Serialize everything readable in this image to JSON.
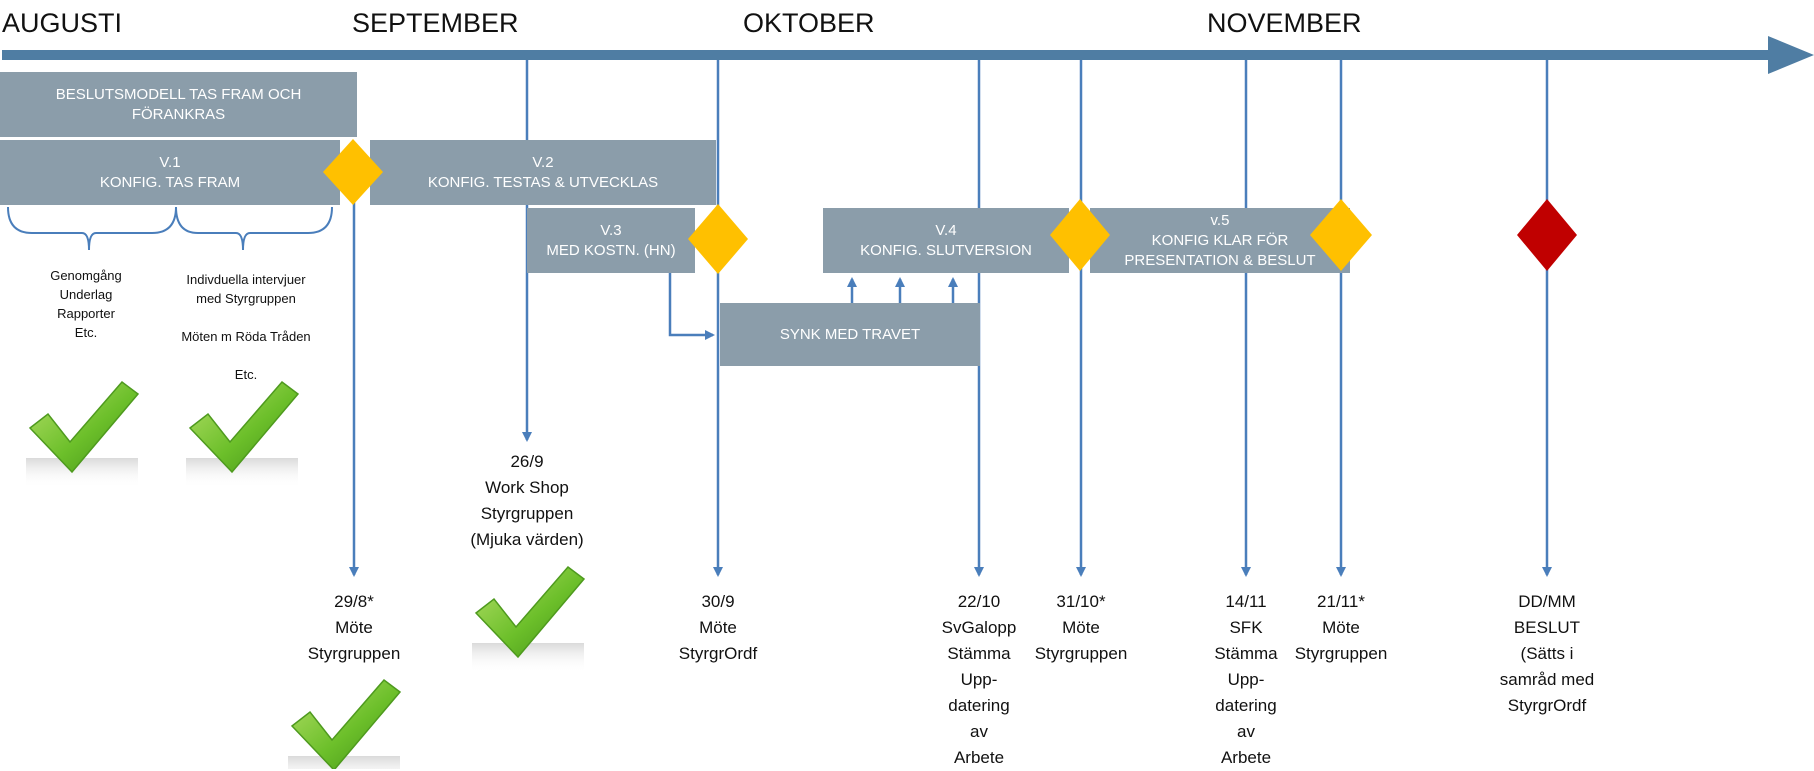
{
  "months": [
    "AUGUSTI",
    "SEPTEMBER",
    "OKTOBER",
    "NOVEMBER"
  ],
  "phases": {
    "beslutsmodell": "BESLUTSMODELL TAS FRAM OCH\nFÖRANKRAS",
    "v1": "V.1\nKONFIG. TAS FRAM",
    "v2": "V.2\nKONFIG. TESTAS & UTVECKLAS",
    "v3": "V.3\nMED KOSTN. (HN)",
    "v4": "V.4\nKONFIG. SLUTVERSION",
    "v5": "v.5\nKONFIG KLAR FÖR\nPRESENTATION & BESLUT",
    "synk": "SYNK MED TRAVET"
  },
  "sub_notes": {
    "genomgang": "Genomgång\nUnderlag\nRapporter\nEtc.",
    "intervjuer": "Indivduella intervjuer\nmed Styrgruppen\n\nMöten m Röda Tråden\n\nEtc."
  },
  "milestones": [
    {
      "key": "m_29_8",
      "text": "29/8*\nMöte\nStyrgruppen"
    },
    {
      "key": "m_26_9",
      "text": "26/9\nWork Shop\nStyrgruppen\n(Mjuka värden)"
    },
    {
      "key": "m_30_9",
      "text": "30/9\nMöte\nStyrgrOrdf"
    },
    {
      "key": "m_22_10",
      "text": "22/10\nSvGalopp\nStämma\nUpp-\ndatering\nav\nArbete"
    },
    {
      "key": "m_31_10",
      "text": "31/10*\nMöte\nStyrgruppen"
    },
    {
      "key": "m_14_11",
      "text": "14/11\nSFK\nStämma\nUpp-\ndatering\nav\nArbete"
    },
    {
      "key": "m_21_11",
      "text": "21/11*\nMöte\nStyrgruppen"
    },
    {
      "key": "m_dd_mm",
      "text": "DD/MM\nBESLUT\n(Sätts i\nsamråd med\nStyrgrOrdf"
    }
  ],
  "colors": {
    "arrow": "#4f7da3",
    "box": "#8b9daa",
    "diamond_yellow": "#ffc000",
    "diamond_red": "#c00000",
    "connector": "#4a7ebb",
    "check_green": "#6cbf2a"
  },
  "icons": [
    "timeline-arrow",
    "milestone-diamond",
    "decision-diamond",
    "checkmark-icon"
  ]
}
